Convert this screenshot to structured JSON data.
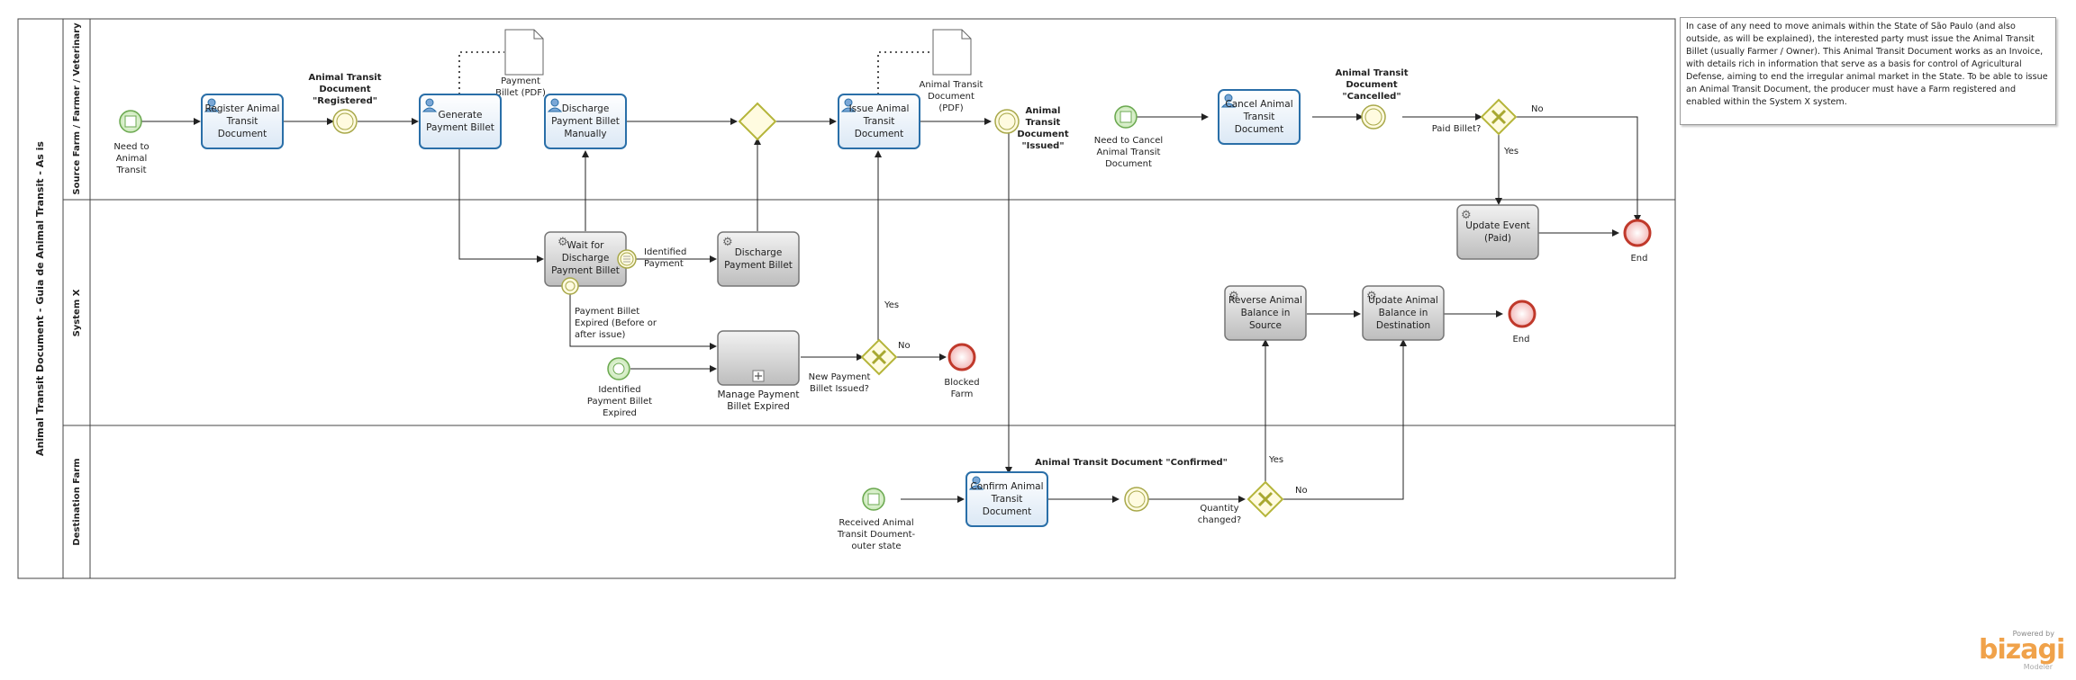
{
  "pool": {
    "title": "Animal Transit Document - Guia de Animal Transit - As is"
  },
  "lanes": {
    "source": "Source Farm / Farmer / Veterinary",
    "system": "System X",
    "destination": "Destination Farm"
  },
  "note": {
    "text": "In case of any need to move animals within the State of São Paulo (and also outside, as will be explained), the interested party must issue the Animal Transit Billet (usually Farmer / Owner). This Animal Transit Document works as an Invoice, with details rich in information that serve as a basis for control of Agricultural Defense, aiming to end the irregular animal market in the State. To be able to issue an Animal Transit Document, the producer must have a Farm registered and enabled within the System X system."
  },
  "tasks": {
    "register": [
      "Register Animal",
      "Transit",
      "Document"
    ],
    "generate": [
      "Generate",
      "Payment Billet"
    ],
    "discharge_manual": [
      "Discharge",
      "Payment Billet",
      "Manually"
    ],
    "issue": [
      "Issue Animal",
      "Transit",
      "Document"
    ],
    "cancel": [
      "Cancel Animal",
      "Transit",
      "Document"
    ],
    "wait": [
      "Wait for",
      "Discharge",
      "Payment Billet"
    ],
    "discharge_sys": [
      "Discharge",
      "Payment Billet"
    ],
    "update_event": [
      "Update Event",
      "(Paid)"
    ],
    "reverse": [
      "Reverse Animal",
      "Balance in",
      "Source"
    ],
    "update_dest": [
      "Update  Animal",
      "Balance in",
      "Destination"
    ],
    "confirm": [
      "Confirm Animal",
      "Transit",
      "Document"
    ],
    "manage": [
      "Manage Payment",
      "Billet Expired"
    ]
  },
  "events": {
    "start_need": [
      "Need to",
      "Animal",
      "Transit"
    ],
    "registered": [
      "Animal Transit",
      "Document",
      "\"Registered\""
    ],
    "issued": [
      "Animal",
      "Transit",
      "Document",
      "\"Issued\""
    ],
    "start_cancel": [
      "Need to Cancel",
      "Animal Transit",
      "Document"
    ],
    "cancelled": [
      "Animal Transit",
      "Document",
      "\"Cancelled\""
    ],
    "end1": "End",
    "end2": "End",
    "blocked": [
      "Blocked",
      "Farm"
    ],
    "identified_expired": [
      "Identified",
      "Payment Billet",
      "Expired"
    ],
    "received": [
      "Received Animal",
      "Transit Doument-",
      "outer state"
    ],
    "confirmed": "Animal Transit Document \"Confirmed\"",
    "identified_payment": [
      "Identified",
      "Payment"
    ],
    "billet_expired": [
      "Payment Billet",
      "Expired (Before or",
      "after issue)"
    ]
  },
  "artifacts": {
    "billet_pdf": [
      "Payment",
      "Billet (PDF)"
    ],
    "doc_pdf": [
      "Animal Transit",
      "Document",
      "(PDF)"
    ]
  },
  "gateways": {
    "paid": "Paid Billet?",
    "new_billet": [
      "New Payment",
      "Billet Issued?"
    ],
    "quantity": [
      "Quantity",
      "changed?"
    ]
  },
  "flow_labels": {
    "no": "No",
    "yes": "Yes"
  },
  "brand": {
    "powered": "Powered by",
    "name": "bizagi",
    "modeler": "Modeler"
  },
  "colors": {
    "task_blue": "#2a6fa8",
    "task_fill": "#e6f0fa",
    "start": "#6aa84f",
    "end": "#c0392b",
    "gateway": "#b5b53a"
  }
}
